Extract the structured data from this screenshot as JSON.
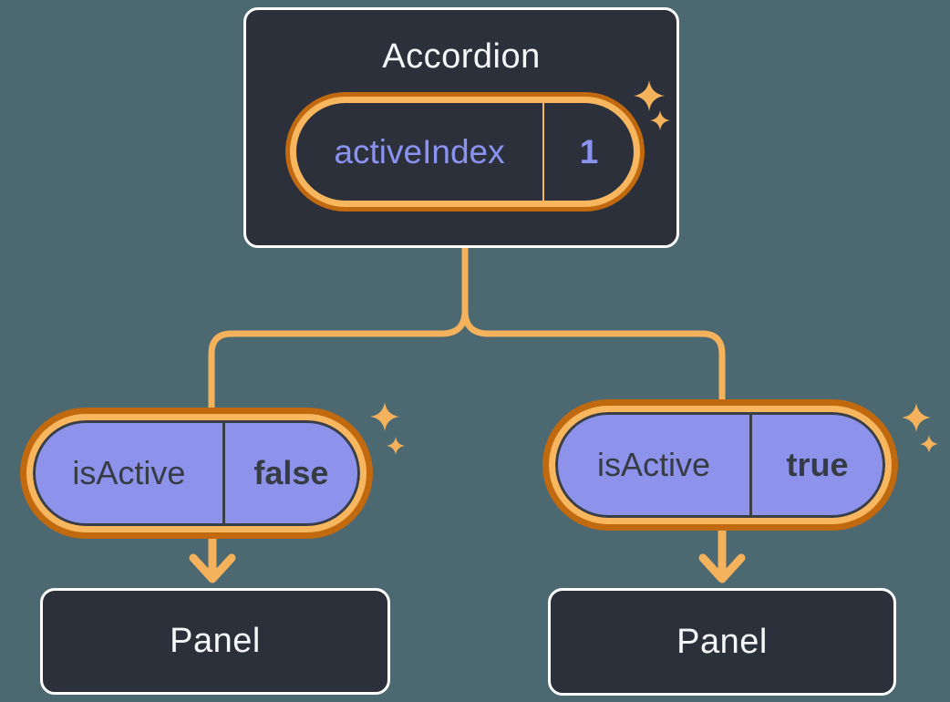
{
  "background_color": "#4C6870",
  "palette": {
    "card_background": "#2B303B",
    "card_border": "#FFFFFF",
    "orange_light": "#F8B75E",
    "orange_dark": "#C1690F",
    "purple_fill": "#8D93EA",
    "purple_text": "#8B93F0",
    "dark_text": "#363B44",
    "light_text": "#F6F7F9"
  },
  "icons": {
    "sparkle": "four-point-sparkle-icon",
    "arrow": "arrow-down-icon",
    "connector": "tree-branch-connector"
  },
  "accordion": {
    "title": "Accordion",
    "state_pill": {
      "name": "activeIndex",
      "value": "1"
    }
  },
  "children": [
    {
      "prop_pill": {
        "name": "isActive",
        "value": "false"
      },
      "panel_label": "Panel"
    },
    {
      "prop_pill": {
        "name": "isActive",
        "value": "true"
      },
      "panel_label": "Panel"
    }
  ]
}
